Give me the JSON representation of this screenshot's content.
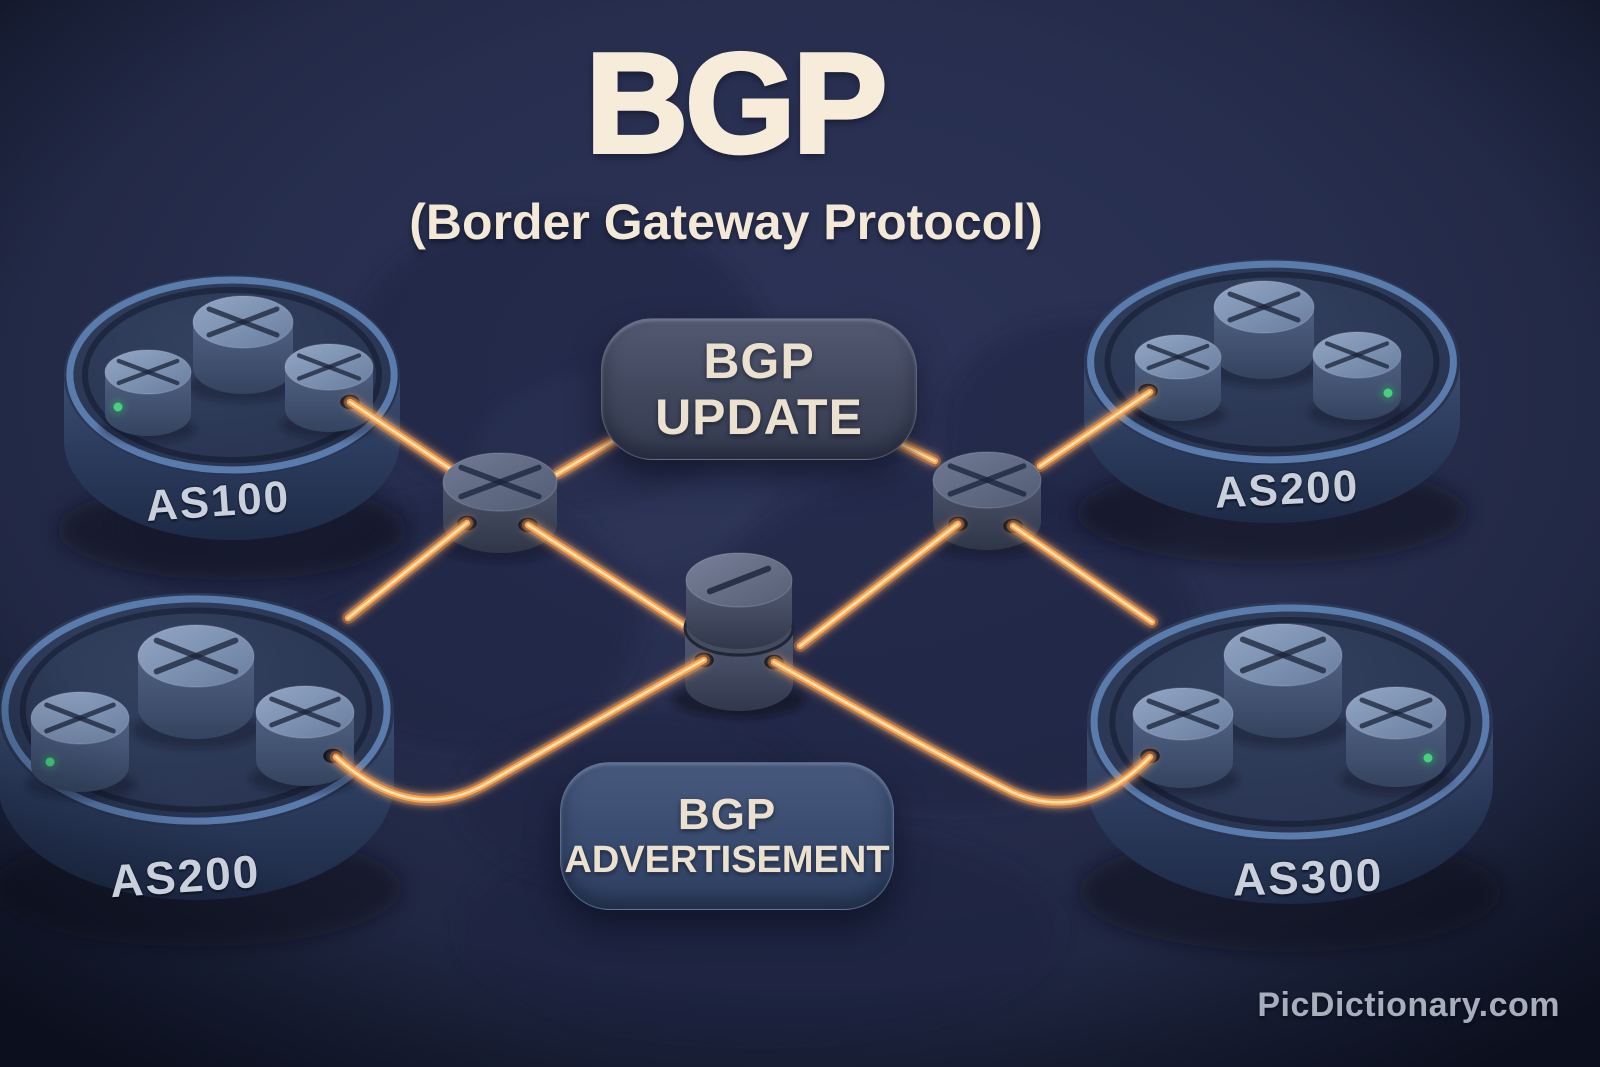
{
  "header": {
    "title": "BGP",
    "subtitle": "(Border Gateway Protocol)"
  },
  "message_badges": {
    "update": {
      "line1": "BGP",
      "line2": "UPDATE"
    },
    "advertisement": {
      "line1": "BGP",
      "line2": "ADVERTISEMENT"
    }
  },
  "autonomous_systems": [
    {
      "label": "AS100",
      "position": "top-left",
      "router_count": 3,
      "status_led": "green"
    },
    {
      "label": "AS200",
      "position": "top-right",
      "router_count": 3,
      "status_led": "green"
    },
    {
      "label": "AS200",
      "position": "bottom-left",
      "router_count": 3,
      "status_led": "green"
    },
    {
      "label": "AS300",
      "position": "bottom-right",
      "router_count": 3,
      "status_led": "green"
    }
  ],
  "watermark": "PicDictionary.com",
  "colors": {
    "background": "#252c49",
    "cable_glow": "#ff8c2e",
    "cable_body": "#ffa74e",
    "cable_core": "#ffe4b6",
    "led_green": "#49d07d",
    "title_cream": "#f6ecd9",
    "label_silver": "#c9cfdb",
    "platform_rim": "#5d80b2"
  }
}
